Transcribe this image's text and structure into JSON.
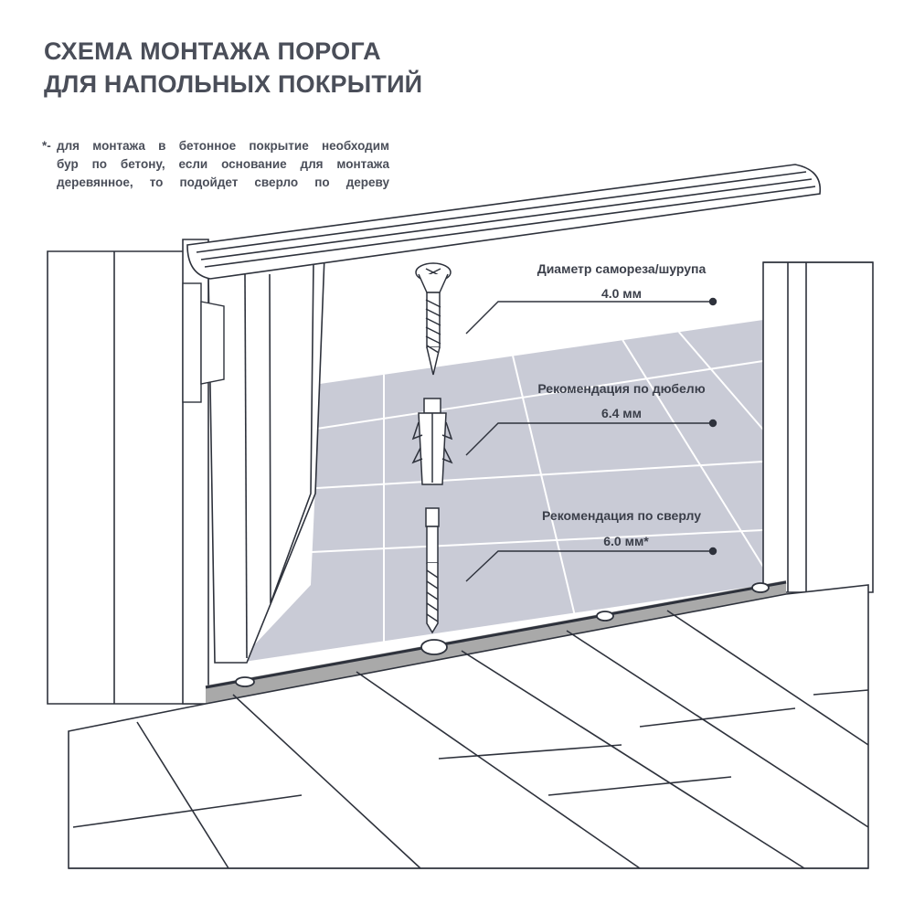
{
  "title": {
    "line1": "СХЕМА МОНТАЖА ПОРОГА",
    "line2": "ДЛЯ НАПОЛЬНЫХ ПОКРЫТИЙ"
  },
  "note": {
    "star": "*-",
    "line1": "для монтажа в бетонное покрытие необходим",
    "line2": "бур по бетону, если основание для монтажа",
    "line3": "деревянное, то подойдет сверло по дереву"
  },
  "callouts": {
    "screw": {
      "label": "Диаметр самореза/шурупа",
      "value": "4.0 мм",
      "icon": "screw-icon"
    },
    "dowel": {
      "label": "Рекомендация по дюбелю",
      "value": "6.4 мм",
      "icon": "dowel-icon"
    },
    "drill": {
      "label": "Рекомендация по сверлу",
      "value": "6.0 мм*",
      "icon": "drill-bit-icon"
    }
  },
  "colors": {
    "line": "#2e323c",
    "text": "#4a4e59",
    "tile": "#c9cbd6",
    "floor_strip": "#a9a9a9"
  }
}
